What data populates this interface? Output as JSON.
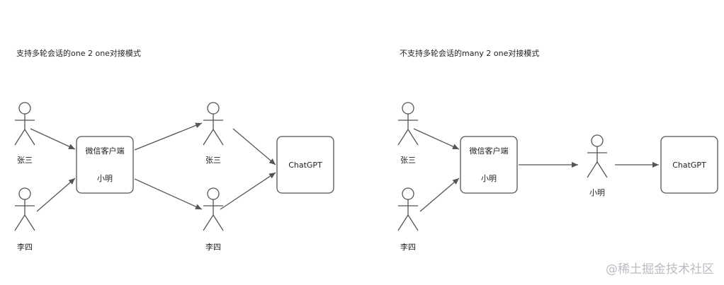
{
  "left_diagram": {
    "title": "支持多轮会话的one 2 one对接模式",
    "actor_zhangsan": "张三",
    "actor_lisi": "李四",
    "client_box_title": "微信客户端",
    "client_box_user": "小明",
    "mid_actor_zhangsan": "张三",
    "mid_actor_lisi": "李四",
    "chatgpt_box": "ChatGPT"
  },
  "right_diagram": {
    "title": "不支持多轮会话的many 2 one对接模式",
    "actor_zhangsan": "张三",
    "actor_lisi": "李四",
    "client_box_title": "微信客户端",
    "client_box_user": "小明",
    "mid_actor_xiaoming": "小明",
    "chatgpt_box": "ChatGPT"
  },
  "watermark": "@稀土掘金技术社区",
  "colors": {
    "stroke": "#555555",
    "text": "#222222",
    "watermark": "#b9bcc1"
  }
}
